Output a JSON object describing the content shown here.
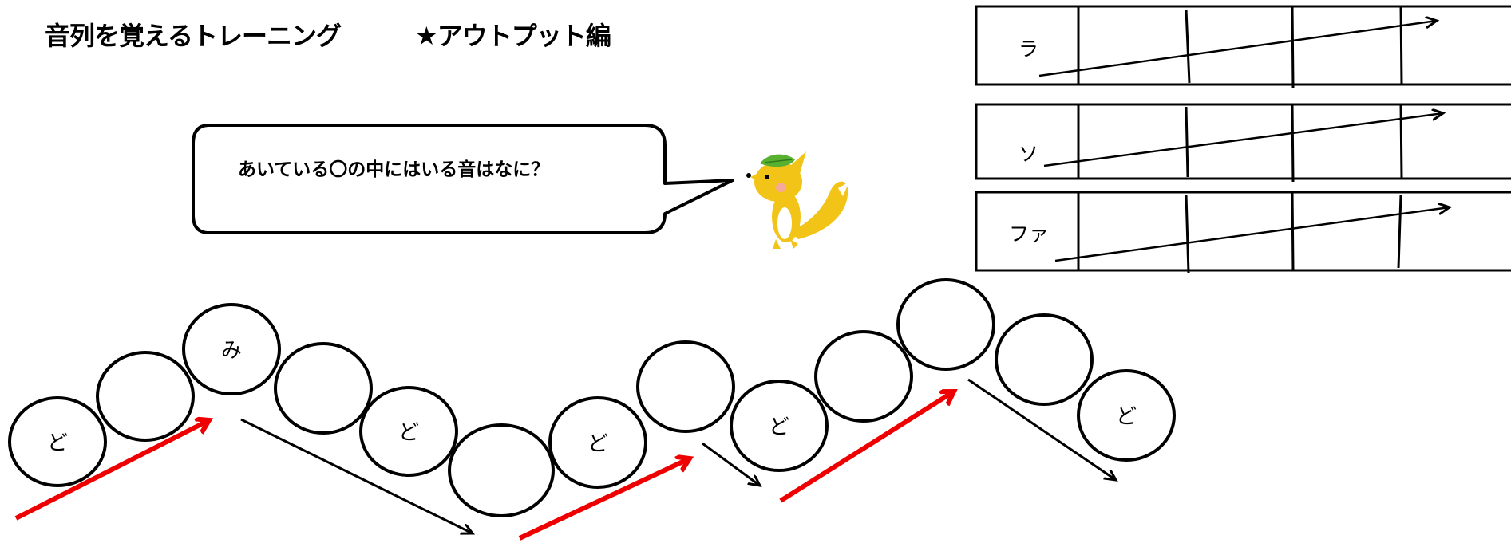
{
  "header": {
    "title": "音列を覚えるトレーニング",
    "subtitle": "★アウトプット編"
  },
  "speech_bubble": {
    "text": "あいている〇の中にはいる音はなに？"
  },
  "character": {
    "icon": "fox-character-icon"
  },
  "note_rows": [
    {
      "label": "ラ"
    },
    {
      "label": "ソ"
    },
    {
      "label": "ファ"
    }
  ],
  "note_circles": [
    {
      "label": "ど"
    },
    {
      "label": ""
    },
    {
      "label": "み"
    },
    {
      "label": ""
    },
    {
      "label": "ど"
    },
    {
      "label": ""
    },
    {
      "label": "ど"
    },
    {
      "label": ""
    },
    {
      "label": "ど"
    },
    {
      "label": ""
    },
    {
      "label": ""
    },
    {
      "label": ""
    },
    {
      "label": "ど"
    }
  ],
  "colors": {
    "up_arrow": "#ee0000",
    "down_arrow": "#000000",
    "fox_body": "#f2c417",
    "leaf": "#58b030"
  }
}
